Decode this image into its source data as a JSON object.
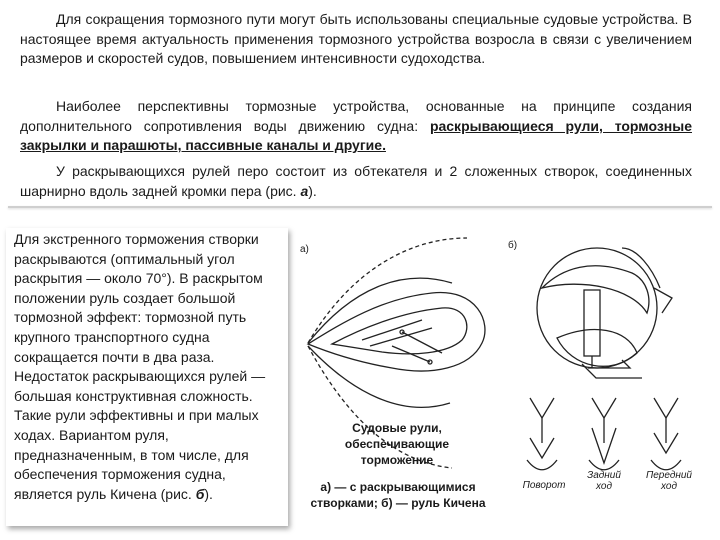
{
  "paragraphs": {
    "p1": "Для сокращения тормозного пути могут быть использованы специальные судовые устройства. В настоящее время актуальность применения тормозного устройства возросла в связи с увеличением размеров и скоростей судов, повышением интенсивности судоходства.",
    "p2_lead": "Наиболее перспективны тормозные устройства, основанные на принципе создания дополнительного сопротивления воды движению судна: ",
    "p2_emph": "раскрывающиеся рули, тормозные закрылки и парашюты, пассивные каналы и другие.",
    "p3_lead": "У раскрывающихся рулей перо состоит из обтекателя и 2 сложенных створок, соединенных шарнирно вдоль задней кромки пера (рис. ",
    "p3_ref": "а",
    "p3_tail": ")."
  },
  "left": {
    "text_lead": "Для экстренного торможения створки раскрываются (оптимальный угол раскрытия — около 70°). В раскрытом положении руль создает большой тормозной эффект: тормозной путь крупного транспортного судна сокращается почти в два раза. Недостаток раскрывающихся рулей — большая конструктивная сложность. Такие рули эффективны и при малых ходах.   Вариантом руля, предназначенным, в том числе, для обеспечения торможения судна, является руль Кичена (рис. ",
    "text_ref": "б",
    "text_tail": ")."
  },
  "figure": {
    "label_a": "а)",
    "label_b": "б)",
    "caption_title": "Судовые рули, обеспечивающие торможение",
    "caption_desc": "а) — с раскрывающимися створками; б) — руль Кичена",
    "hand_labels": [
      "Поворот",
      "Задний ход",
      "Передний ход"
    ]
  }
}
